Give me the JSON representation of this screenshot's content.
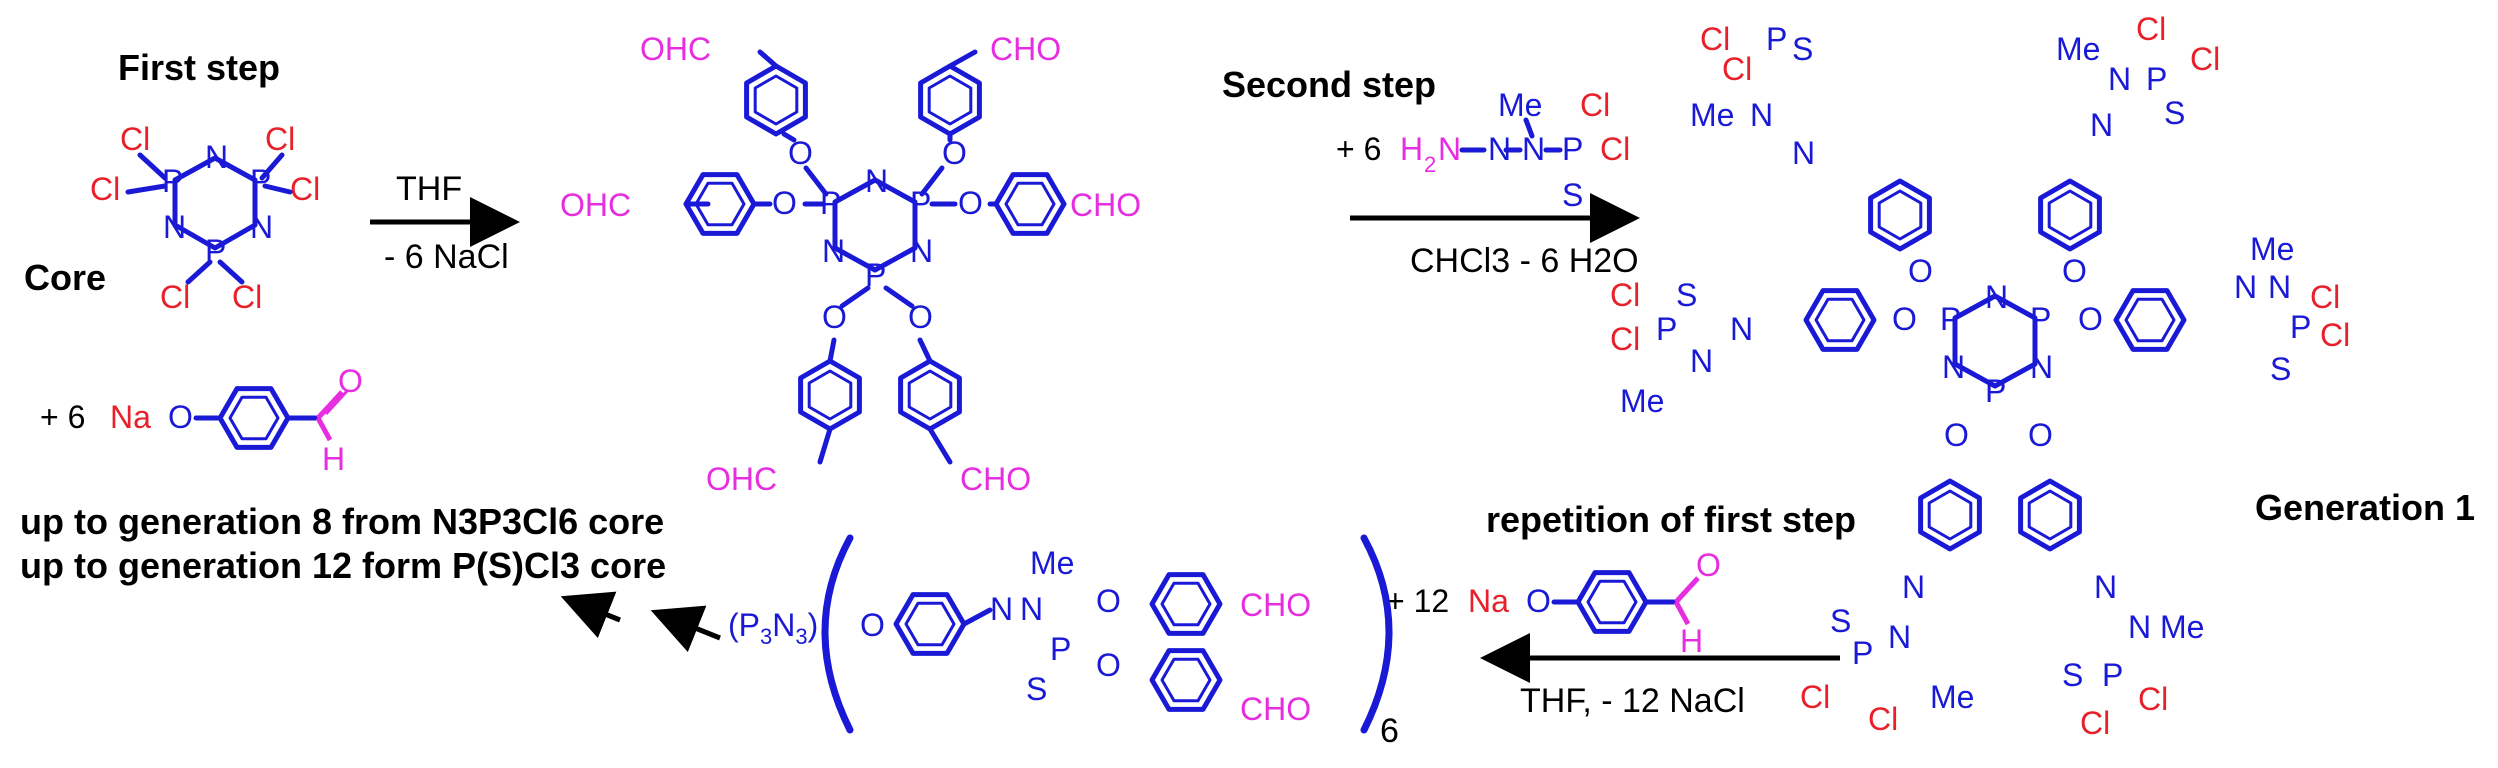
{
  "labels": {
    "first_step": "First step",
    "core": "Core",
    "second_step": "Second step",
    "generation1": "Generation 1",
    "repetition": "repetition of first step",
    "gen8_line": "up to generation 8 from N3P3Cl6 core",
    "gen12_line": "up to generation 12 form P(S)Cl3 core"
  },
  "conditions": {
    "step1_solvent": "THF",
    "step1_byproduct": "- 6 NaCl",
    "step1_reagent_prefix": "+ 6",
    "step2_reagent_prefix": "+ 6",
    "step2_solvent": "CHCl3 - 6 H2O",
    "step3_reagent_prefix": "+ 12",
    "step3_conditions": "THF, - 12 NaCl"
  },
  "atoms": {
    "P": "P",
    "N": "N",
    "Cl": "Cl",
    "O": "O",
    "S": "S",
    "Na": "Na",
    "H": "H",
    "Me": "Me",
    "CHO": "CHO",
    "OHC": "OHC",
    "H2N": "H2N",
    "P3N3": "(P3N3)",
    "subscript6": "6"
  },
  "colors": {
    "skeleton": "#1a1ad6",
    "chlorine_sodium_oxygen_dbl": "#e8202a",
    "aldehyde": "#e62ee0",
    "text": "#000000"
  }
}
